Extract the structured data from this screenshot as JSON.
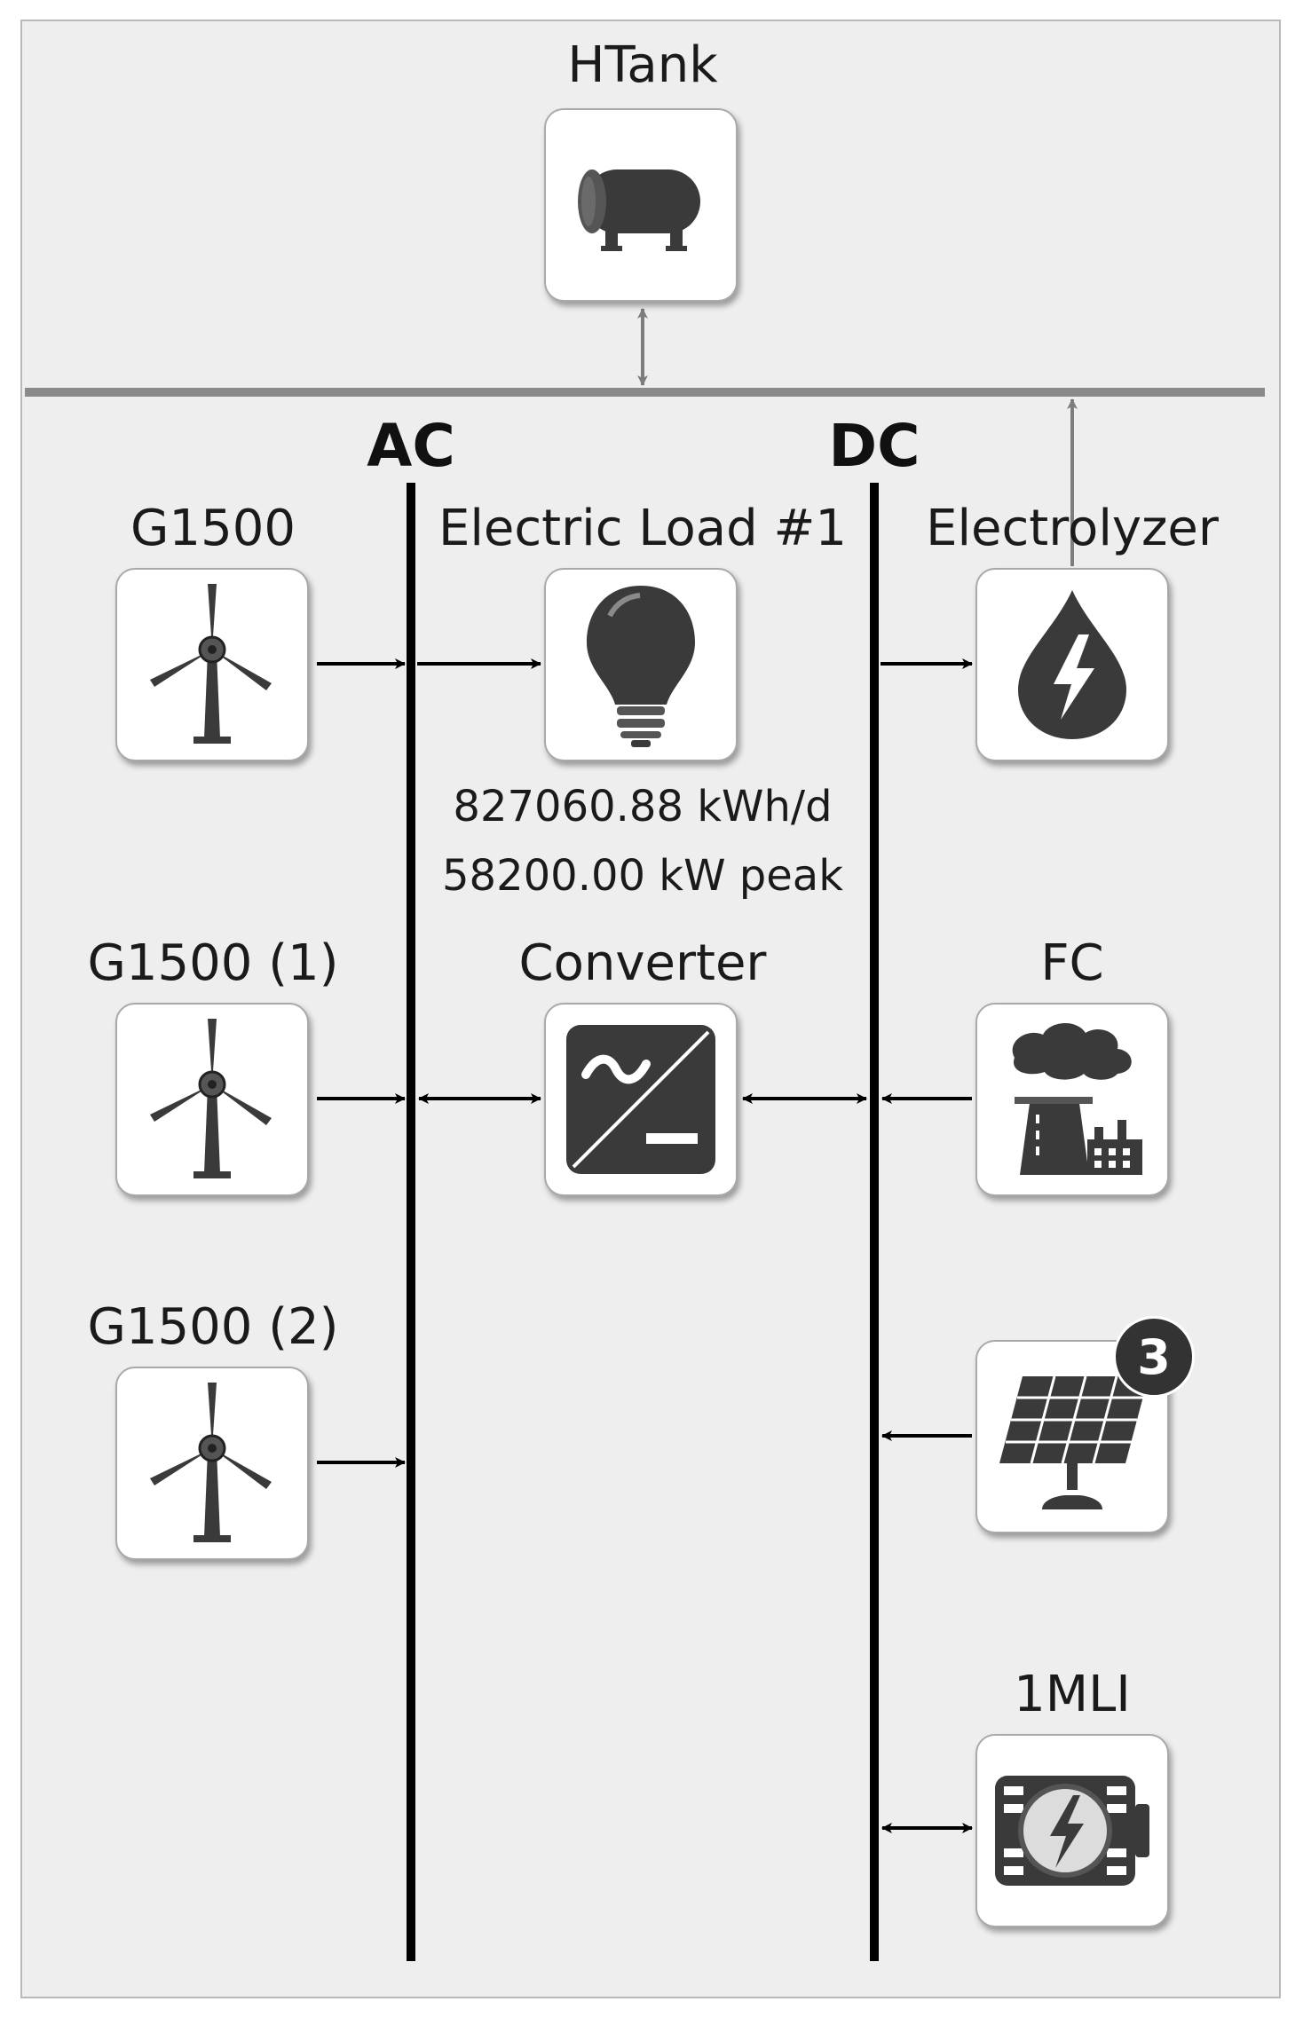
{
  "buses": {
    "ac_label": "AC",
    "dc_label": "DC"
  },
  "components": {
    "htank": {
      "label": "HTank",
      "icon": "hydrogen-tank-icon"
    },
    "g1500": {
      "label": "G1500",
      "icon": "wind-turbine-icon"
    },
    "g1500_1": {
      "label": "G1500 (1)",
      "icon": "wind-turbine-icon"
    },
    "g1500_2": {
      "label": "G1500 (2)",
      "icon": "wind-turbine-icon"
    },
    "electric_load": {
      "label": "Electric Load #1",
      "icon": "light-bulb-icon",
      "energy": "827060.88 kWh/d",
      "peak": "58200.00 kW peak"
    },
    "electrolyzer": {
      "label": "Electrolyzer",
      "icon": "electrolyzer-drop-icon"
    },
    "converter": {
      "label": "Converter",
      "icon": "converter-icon"
    },
    "fc": {
      "label": "FC",
      "icon": "power-plant-icon"
    },
    "pv": {
      "label": "",
      "icon": "solar-panel-icon",
      "count_badge": "3"
    },
    "mli": {
      "label": "1MLI",
      "icon": "battery-storage-icon"
    }
  },
  "colors": {
    "canvas": "#eeeeee",
    "bus_line": "#000000",
    "thermal_bus": "#8a8a8a",
    "icon_dark": "#3a3a3a"
  }
}
